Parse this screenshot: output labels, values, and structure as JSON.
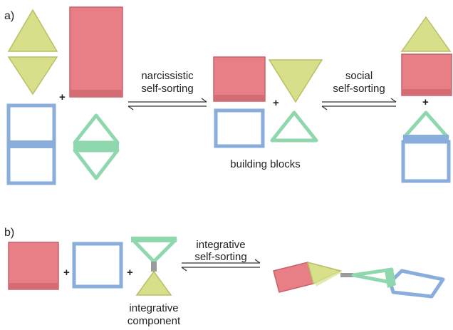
{
  "panel_a": {
    "label": "a)",
    "narcissistic": [
      "narcissistic",
      "self-sorting"
    ],
    "social": [
      "social",
      "self-sorting"
    ],
    "building_blocks": "building blocks",
    "plus": "+"
  },
  "panel_b": {
    "label": "b)",
    "integrative": [
      "integrative",
      "self-sorting"
    ],
    "component": [
      "integrative",
      "component"
    ],
    "plus": "+"
  },
  "colors": {
    "red": "#e87f86",
    "yellow": "#d8df8a",
    "blue": "#8aaedc",
    "green": "#8fd7ad",
    "gray": "#9a9a9a"
  },
  "icons": [
    "kite-shape",
    "rectangle-block",
    "square-frame",
    "triangle-frame",
    "triangle-block",
    "equilibrium-arrows"
  ]
}
